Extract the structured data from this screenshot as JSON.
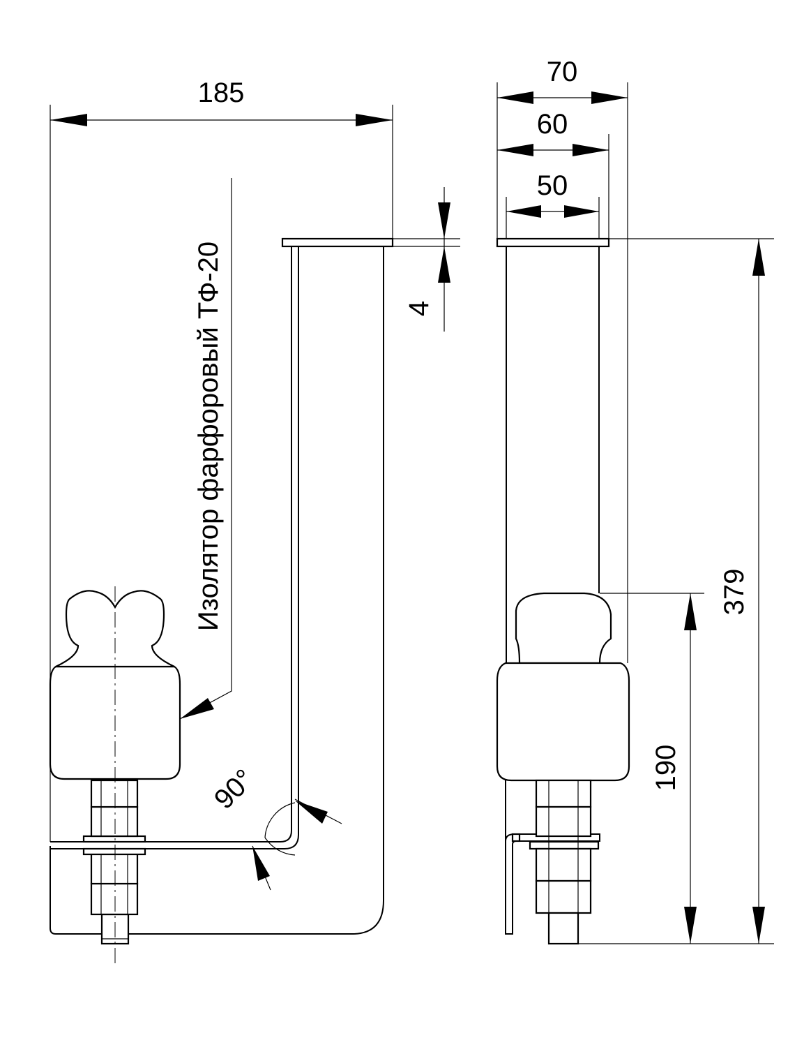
{
  "dimensions": {
    "width_185": "185",
    "width_70": "70",
    "width_60": "60",
    "width_50": "50",
    "thickness_4": "4",
    "height_379": "379",
    "height_190": "190",
    "angle_90": "90°"
  },
  "labels": {
    "insulator": "Изолятор фарфоровый ТФ-20"
  }
}
